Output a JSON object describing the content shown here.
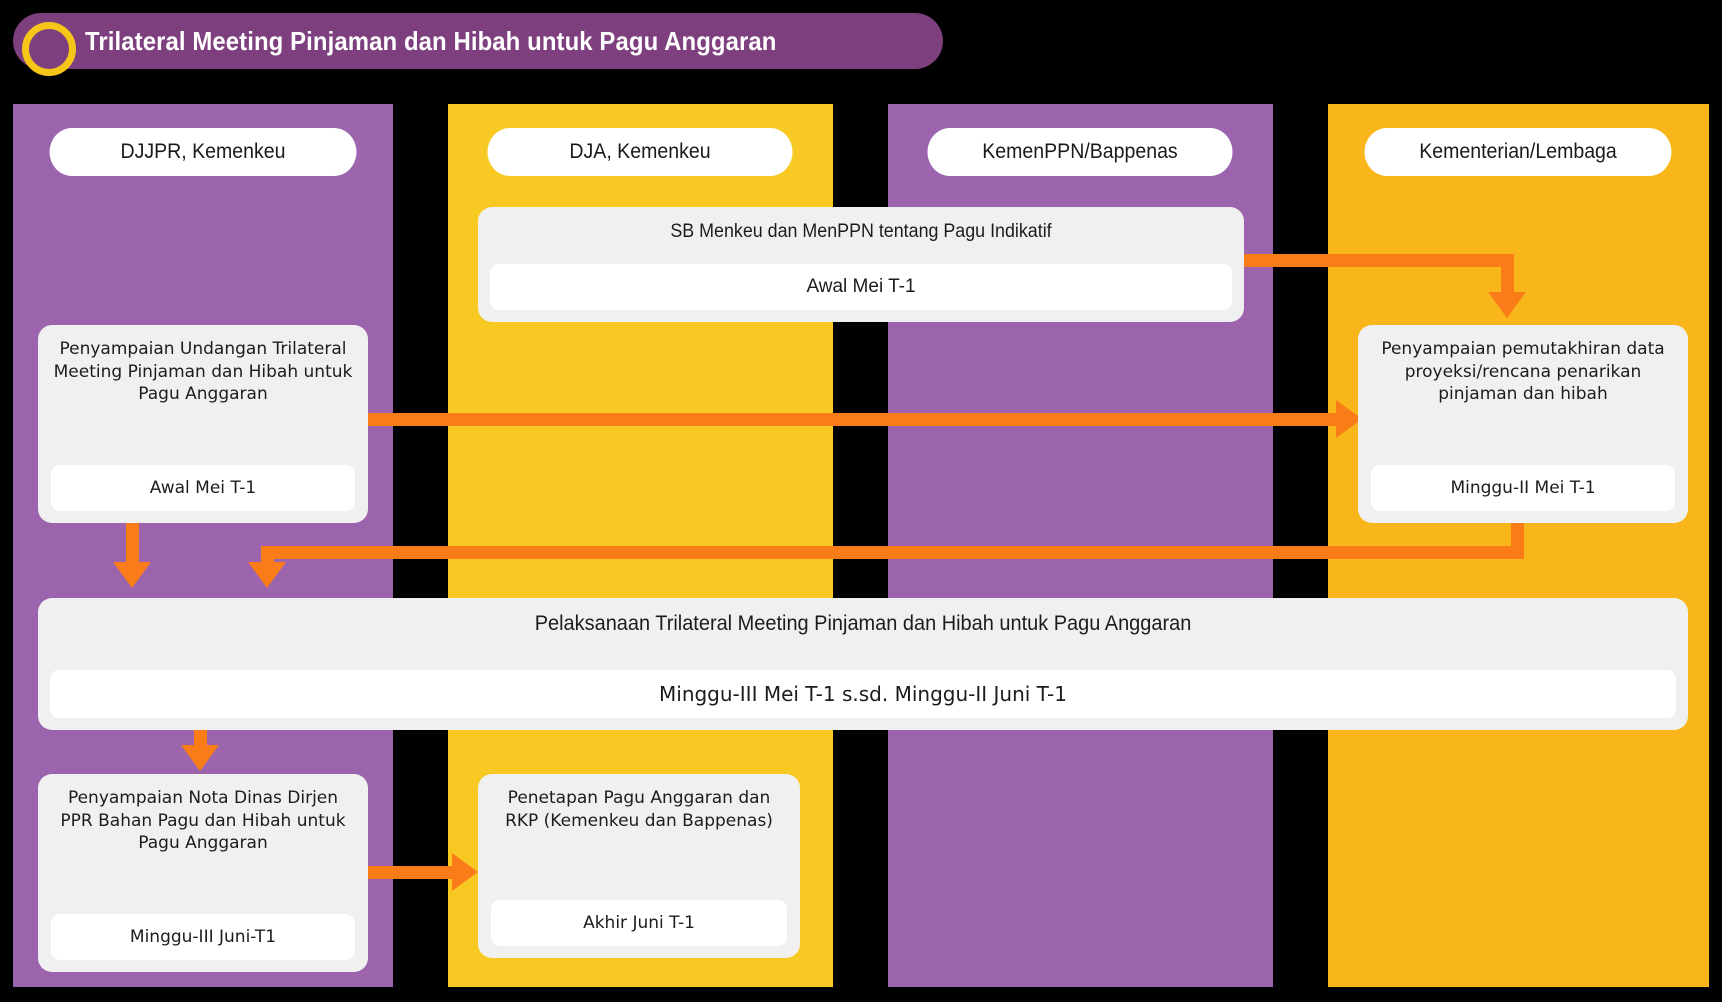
{
  "title": {
    "text": "Trilateral Meeting Pinjaman dan Hibah untuk Pagu Anggaran",
    "banner_color": "#7E3F7F",
    "ring_color": "#F5C518"
  },
  "palette": {
    "background": "#000000",
    "lane_purple": "#9B64AC",
    "lane_yellow": "#F9C923",
    "lane_amber": "#F9B61B",
    "card_body": "#F0F0F0",
    "card_date": "#FFFFFF",
    "arrow": "#F97C19",
    "text": "#1C1C1C"
  },
  "lanes": [
    {
      "label": "DJJPR, Kemenkeu",
      "color": "#9B64AC"
    },
    {
      "label": "DJA, Kemenkeu",
      "color": "#F9C923"
    },
    {
      "label": "KemenPPN/Bappenas",
      "color": "#9B64AC"
    },
    {
      "label": "Kementerian/Lembaga",
      "color": "#F9B61B"
    }
  ],
  "cards": {
    "sb_menkeu": {
      "title": "SB Menkeu dan MenPPN tentang Pagu Indikatif",
      "date": "Awal Mei T-1",
      "lane": "DJA, Kemenkeu / KemenPPN/Bappenas"
    },
    "undangan": {
      "title": "Penyampaian Undangan Trilateral Meeting Pinjaman dan Hibah untuk Pagu Anggaran",
      "date": "Awal Mei T-1",
      "lane": "DJJPR, Kemenkeu"
    },
    "pemutakhiran": {
      "title": "Penyampaian pemutakhiran data proyeksi/rencana penarikan pinjaman dan hibah",
      "date": "Minggu-II Mei T-1",
      "lane": "Kementerian/Lembaga"
    },
    "pelaksanaan": {
      "title": "Pelaksanaan Trilateral Meeting Pinjaman dan Hibah untuk Pagu Anggaran",
      "date": "Minggu-III Mei T-1 s.sd. Minggu-II Juni T-1",
      "lane": "all"
    },
    "nota_dinas": {
      "title": "Penyampaian Nota Dinas Dirjen PPR Bahan Pagu dan Hibah untuk Pagu Anggaran",
      "date": "Minggu-III Juni-T1",
      "lane": "DJJPR, Kemenkeu"
    },
    "penetapan": {
      "title": "Penetapan Pagu Anggaran dan RKP (Kemenkeu dan Bappenas)",
      "date": "Akhir Juni T-1",
      "lane": "DJA, Kemenkeu"
    }
  },
  "connectors": [
    {
      "from": "sb_menkeu",
      "to": "pemutakhiran",
      "shape": "elbow-right-down"
    },
    {
      "from": "undangan",
      "to": "pemutakhiran",
      "shape": "straight-right"
    },
    {
      "from": "undangan",
      "to": "pelaksanaan",
      "shape": "straight-down"
    },
    {
      "from": "pemutakhiran",
      "to": "pelaksanaan",
      "shape": "elbow-down-left-down"
    },
    {
      "from": "pelaksanaan",
      "to": "nota_dinas",
      "shape": "straight-down"
    },
    {
      "from": "nota_dinas",
      "to": "penetapan",
      "shape": "straight-right"
    }
  ]
}
